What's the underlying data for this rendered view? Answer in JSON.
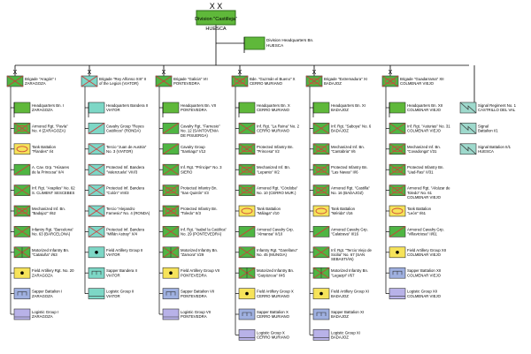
{
  "colors": {
    "hq": "#5fb83a",
    "hq_border": "#2b6a18",
    "inf_green": "#4fb543",
    "cav_green": "#4fb543",
    "mech_green": "#4fb543",
    "tank_yellow": "#f6e35a",
    "art_yellow": "#f6e35a",
    "eng_blue": "#9fb0e0",
    "log_blue": "#b8b2e8",
    "teal": "#7dd7c6",
    "signal_teal": "#9ed9cc",
    "cross": "#d23a3a",
    "ellipse": "#d0503a",
    "line": "#000000"
  },
  "division": {
    "echelon": "X X",
    "name": "Division \"Castilleja\"",
    "location": "HUESCA"
  },
  "division_hq": {
    "name": "Division Headquarters Bn.",
    "location": "HUESCA"
  },
  "columns": [
    {
      "brigade": {
        "echelon": "X",
        "name": "Brigade \"Aragón\" I",
        "location": "ZARAGOZA",
        "symbol": "infantry"
      },
      "units": [
        {
          "lines": [
            "Headquarters Bn. I",
            "ZARAGOZA"
          ],
          "symbol": "hq"
        },
        {
          "lines": [
            "Armored Rgt. \"Pavía\"",
            "No. 4 (ZARAGOZA)"
          ],
          "symbol": "armor"
        },
        {
          "lines": [
            "Tank Battalion",
            "\"Flandes\" I/4"
          ],
          "symbol": "tank"
        },
        {
          "lines": [
            "A. Cav. Grp. \"Húsares",
            "de la Princesa\" II/4"
          ],
          "symbol": "cavalry"
        },
        {
          "lines": [
            "Inf. Rgt. \"Arapiles\" No. 62",
            "S. CLIMENT SESCEBES"
          ],
          "symbol": "infantry"
        },
        {
          "lines": [
            "Mechanized Inf. Bn.",
            "\"Badajoz\" I/62"
          ],
          "symbol": "mech"
        },
        {
          "lines": [
            "Infantry Rgt. \"Barcelona\"",
            "No. 63 (BARCELONA)"
          ],
          "symbol": "infantry"
        },
        {
          "lines": [
            "Motorized Infantry Bn.",
            "\"Cataluña\" I/63"
          ],
          "symbol": "motor"
        },
        {
          "lines": [
            "Field Artillery Rgt. No. 20",
            "ZARAGOZA"
          ],
          "symbol": "artillery"
        },
        {
          "lines": [
            "Sapper Battalion I",
            "ZARAGOZA"
          ],
          "symbol": "sapper"
        },
        {
          "lines": [
            "Logistic Group I",
            "ZARAGOZA"
          ],
          "symbol": "logistic"
        }
      ]
    },
    {
      "brigade": {
        "echelon": "X",
        "name": "Brigade \"Rey Alfonso XIII\" II",
        "location": "of the Legion (VIATOR)",
        "symbol": "legion"
      },
      "units": [
        {
          "lines": [
            "Headquarters Bandera II",
            "VIATOR"
          ],
          "symbol": "hq_teal"
        },
        {
          "lines": [
            "Cavalry Group \"Reyes",
            "Católicos\" (RONDA)"
          ],
          "symbol": "cavalry_teal"
        },
        {
          "lines": [
            "Tercio \"Juan de Austria\"",
            "No. 3 (VIATOR)"
          ],
          "symbol": "legion"
        },
        {
          "lines": [
            "Protected Inf. Bandera",
            "\"Valenzuela\" VIII/3"
          ],
          "symbol": "legion_inf"
        },
        {
          "lines": [
            "Protected Inf. Bandera",
            "\"Colón\" VIII/3"
          ],
          "symbol": "legion_inf"
        },
        {
          "lines": [
            "Tercio \"Alejandro",
            "Farnesio\" No. 4 (RONDA)"
          ],
          "symbol": "legion"
        },
        {
          "lines": [
            "Protected Inf. Bandera",
            "\"Millán Astray\" X/4"
          ],
          "symbol": "legion_inf"
        },
        {
          "lines": [
            "Field Artillery Group II",
            "VIATOR"
          ],
          "symbol": "artillery_teal"
        },
        {
          "lines": [
            "Sapper Bandera II",
            "VIATOR"
          ],
          "symbol": "sapper_teal"
        },
        {
          "lines": [
            "Logistic Group II",
            "VIATOR"
          ],
          "symbol": "logistic_teal"
        }
      ]
    },
    {
      "brigade": {
        "echelon": "X",
        "name": "Brigade \"Galicia\" VII",
        "location": "PONTEVEDRA",
        "symbol": "infantry"
      },
      "units": [
        {
          "lines": [
            "Headquarters Bn. VII",
            "PONTEVEDRA"
          ],
          "symbol": "hq"
        },
        {
          "lines": [
            "Cavalry Rgt. \"Farnesio\"",
            "No. 12 (SANTOVENIA",
            "DE PISUERGA)"
          ],
          "symbol": "cavalry"
        },
        {
          "lines": [
            "Cavalry Group",
            "\"Santiago\" I/12"
          ],
          "symbol": "cavalry"
        },
        {
          "lines": [
            "Inf. Rgt. \"Príncipe\" No. 3",
            "SIERO"
          ],
          "symbol": "infantry"
        },
        {
          "lines": [
            "Protected Infantry Bn.",
            "\"San Quintín\" I/3"
          ],
          "symbol": "prot_inf"
        },
        {
          "lines": [
            "Protected Infantry Bn.",
            "\"Toledo\" II/3"
          ],
          "symbol": "prot_inf"
        },
        {
          "lines": [
            "Inf. Rgt. \"Isabel la Católica\"",
            "No. 29 (PONTEVEDRA)"
          ],
          "symbol": "infantry"
        },
        {
          "lines": [
            "Motorized Infantry Bn.",
            "\"Zamora\" I/29"
          ],
          "symbol": "motor"
        },
        {
          "lines": [
            "Field Artillery Group VII",
            "PONTEVEDRA"
          ],
          "symbol": "artillery"
        },
        {
          "lines": [
            "Sapper Battalion VII",
            "PONTEVEDRA"
          ],
          "symbol": "sapper"
        },
        {
          "lines": [
            "Logistic Group VII",
            "PONTEVEDRA"
          ],
          "symbol": "logistic"
        }
      ]
    },
    {
      "brigade": {
        "echelon": "X",
        "name": "Bde. \"Guzmán el Bueno\" X",
        "location": "CERRO MURIANO",
        "symbol": "mech"
      },
      "units": [
        {
          "lines": [
            "Headquarters Bn. X",
            "CERRO MURIANO"
          ],
          "symbol": "hq"
        },
        {
          "lines": [
            "Inf. Rgt. \"La Reina\" No. 2",
            "CERRO MURIANO"
          ],
          "symbol": "infantry"
        },
        {
          "lines": [
            "Protected Infantry Bn.",
            "\"Princesa\" I/2"
          ],
          "symbol": "prot_inf"
        },
        {
          "lines": [
            "Mechanized Inf. Bn.",
            "\"Lepanto\" II/2"
          ],
          "symbol": "mech"
        },
        {
          "lines": [
            "Armored Rgt. \"Córdoba\"",
            "No. 10 (CERRO MUR.)"
          ],
          "symbol": "armor"
        },
        {
          "lines": [
            "Tank Battalion",
            "\"Málaga\" I/10"
          ],
          "symbol": "tank"
        },
        {
          "lines": [
            "Armored Cavalry Grp.",
            "\"Almansa\" II/10"
          ],
          "symbol": "cavalry"
        },
        {
          "lines": [
            "Infantry Rgt. \"Garellano\"",
            "No. 45 (MUNGIA)"
          ],
          "symbol": "infantry"
        },
        {
          "lines": [
            "Motorized Infantry Bn.",
            "\"Guipúzcoa\" I/45"
          ],
          "symbol": "motor"
        },
        {
          "lines": [
            "Field Artillery Group X",
            "CERRO MURIANO"
          ],
          "symbol": "artillery"
        },
        {
          "lines": [
            "Sapper Battalion X",
            "CERRO MURIANO"
          ],
          "symbol": "sapper"
        },
        {
          "lines": [
            "Logistic Group X",
            "CERRO MURIANO"
          ],
          "symbol": "logistic"
        }
      ]
    },
    {
      "brigade": {
        "echelon": "X",
        "name": "Brigade \"Extremadura\" XI",
        "location": "BADAJOZ",
        "symbol": "mech"
      },
      "units": [
        {
          "lines": [
            "Headquarters Bn. XI",
            "BADAJOZ"
          ],
          "symbol": "hq"
        },
        {
          "lines": [
            "Inf. Rgt. \"Saboya\" No. 6",
            "BADAJOZ"
          ],
          "symbol": "infantry"
        },
        {
          "lines": [
            "Mechanized Inf. Bn.",
            "\"Cantabria\" I/6"
          ],
          "symbol": "mech"
        },
        {
          "lines": [
            "Protected Infantry Bn.",
            "\"Las Navas\" II/6"
          ],
          "symbol": "prot_inf"
        },
        {
          "lines": [
            "Armored Rgt. \"Castilla\"",
            "No. 16 (BADAJOZ)"
          ],
          "symbol": "armor"
        },
        {
          "lines": [
            "Tank Battalion",
            "\"Mérida\" I/16"
          ],
          "symbol": "tank"
        },
        {
          "lines": [
            "Armored Cavalry Grp.",
            "\"Calatrava\" II/16"
          ],
          "symbol": "cavalry"
        },
        {
          "lines": [
            "Inf. Rgt. \"Tercio Viejo de",
            "Sicilia\" No. 67 (SAN",
            "SEBASTIÁN)"
          ],
          "symbol": "infantry"
        },
        {
          "lines": [
            "Motorized Infantry Bn.",
            "\"Legazpi\" I/67"
          ],
          "symbol": "motor"
        },
        {
          "lines": [
            "Field Artillery Group XI",
            "BADAJOZ"
          ],
          "symbol": "artillery"
        },
        {
          "lines": [
            "Sapper Battalion XI",
            "BADAJOZ"
          ],
          "symbol": "sapper"
        },
        {
          "lines": [
            "Logistic Group XI",
            "BADAJOZ"
          ],
          "symbol": "logistic"
        }
      ]
    },
    {
      "brigade": {
        "echelon": "X",
        "name": "Brigade \"Guadarrama\" XII",
        "location": "COLMENAR VIEJO",
        "symbol": "armor"
      },
      "units": [
        {
          "lines": [
            "Headquarters Bn. XII",
            "COLMENAR VIEJO"
          ],
          "symbol": "hq"
        },
        {
          "lines": [
            "Inf. Rgt. \"Asturias\" No. 31",
            "COLMENAR VIEJO"
          ],
          "symbol": "infantry"
        },
        {
          "lines": [
            "Mechanized Inf. Bn.",
            "\"Covadonga\" I/31"
          ],
          "symbol": "mech"
        },
        {
          "lines": [
            "Protected Infantry Bn.",
            "\"Uad-Ras\" II/31"
          ],
          "symbol": "prot_inf"
        },
        {
          "lines": [
            "Armored Rgt. \"Alcázar de",
            "Toledo\" No. 61",
            "COLMENAR VIEJO"
          ],
          "symbol": "armor"
        },
        {
          "lines": [
            "Tank Battalion",
            "\"León\" I/61"
          ],
          "symbol": "tank"
        },
        {
          "lines": [
            "Armored Cavalry Grp.",
            "\"Villaviciosa\" II/61"
          ],
          "symbol": "cavalry"
        },
        {
          "lines": [
            "Field Artillery Group XII",
            "COLMENAR VIEJO"
          ],
          "symbol": "artillery"
        },
        {
          "lines": [
            "Sapper Battalion XII",
            "COLMENAR VIEJO"
          ],
          "symbol": "sapper"
        },
        {
          "lines": [
            "Logistic Group XII",
            "COLMENAR VIEJO"
          ],
          "symbol": "logistic"
        }
      ]
    },
    {
      "brigade": null,
      "units": [
        {
          "lines": [
            "Signal Regiment No. 1",
            "CASTRILLO DEL VAL"
          ],
          "symbol": "signal"
        },
        {
          "lines": [
            "Signal",
            "Battalion I/1"
          ],
          "symbol": "signal"
        },
        {
          "lines": [
            "Signal Battalion II/1",
            "HUESCA"
          ],
          "symbol": "signal"
        }
      ]
    }
  ]
}
